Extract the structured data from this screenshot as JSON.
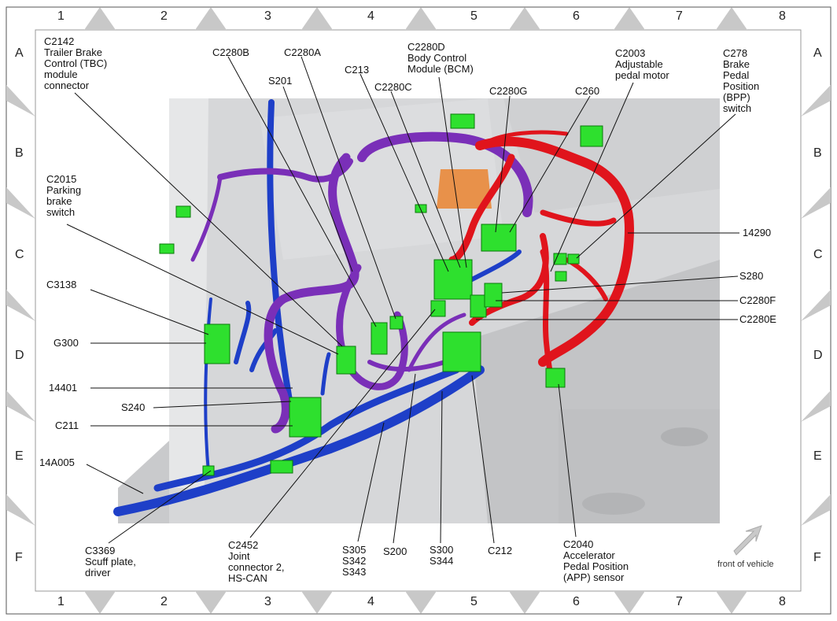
{
  "grid": {
    "columns": [
      "1",
      "2",
      "3",
      "4",
      "5",
      "6",
      "7",
      "8"
    ],
    "rows": [
      "A",
      "B",
      "C",
      "D",
      "E",
      "F"
    ]
  },
  "callouts": {
    "c2142": "C2142\nTrailer Brake\nControl (TBC)\nmodule\nconnector",
    "c2280b": "C2280B",
    "c2280a": "C2280A",
    "c213": "C213",
    "c2280c": "C2280C",
    "c2280d": "C2280D\nBody Control\nModule (BCM)",
    "c2280g": "C2280G",
    "c260": "C260",
    "c2003": "C2003\nAdjustable\npedal motor",
    "c278": "C278\nBrake\nPedal\nPosition\n(BPP)\nswitch",
    "s201": "S201",
    "c2015": "C2015\nParking\nbrake\nswitch",
    "p14290": "14290",
    "s280": "S280",
    "c2280f": "C2280F",
    "c2280e": "C2280E",
    "c3138": "C3138",
    "g300": "G300",
    "p14401": "14401",
    "s240": "S240",
    "c211": "C211",
    "p14a005": "14A005",
    "c3369": "C3369\nScuff plate,\ndriver",
    "c2452": "C2452\nJoint\nconnector 2,\nHS-CAN",
    "s305": "S305\nS342\nS343",
    "s200": "S200",
    "s300": "S300\nS344",
    "c212": "C212",
    "c2040": "C2040\nAccelerator\nPedal Position\n(APP) sensor"
  },
  "front_of_vehicle": "front of vehicle",
  "colors": {
    "blue_harness": "#1e3fc8",
    "purple_harness": "#7a2fb8",
    "red_harness": "#e0141c",
    "connector_green": "#2ee02e",
    "body_panel": "#cfd0d2",
    "frame_triangle": "#c8c8c8"
  }
}
